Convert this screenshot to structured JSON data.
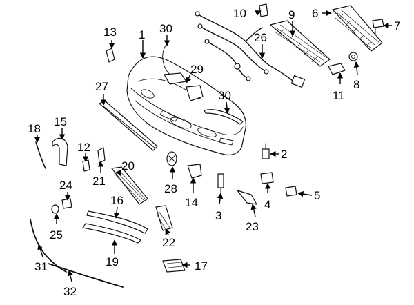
{
  "callouts": {
    "c1": "1",
    "c2": "2",
    "c3": "3",
    "c4": "4",
    "c5": "5",
    "c6": "6",
    "c7": "7",
    "c8": "8",
    "c9": "9",
    "c10": "10",
    "c11": "11",
    "c12": "12",
    "c13": "13",
    "c14": "14",
    "c15": "15",
    "c16": "16",
    "c17": "17",
    "c18": "18",
    "c19": "19",
    "c20": "20",
    "c21": "21",
    "c22": "22",
    "c23": "23",
    "c24": "24",
    "c25": "25",
    "c26": "26",
    "c27": "27",
    "c28": "28",
    "c29": "29",
    "c30a": "30",
    "c30b": "30",
    "c31": "31",
    "c32": "32"
  }
}
